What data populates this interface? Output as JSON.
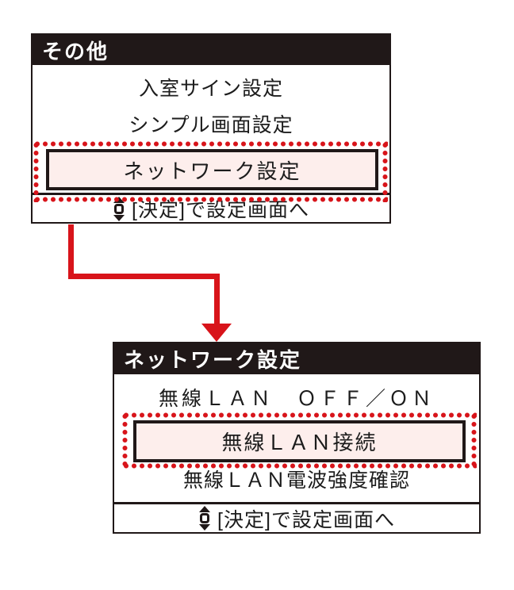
{
  "colors": {
    "accent_red": "#d8141a",
    "lcd_black": "#201818",
    "selected_pink": "#fdeeec",
    "text_black": "#1c1c1c",
    "screen_white": "#ffffff",
    "page_white": "#ffffff"
  },
  "screen1": {
    "title": "その他",
    "items": [
      {
        "label": "入室サイン設定",
        "selected": false
      },
      {
        "label": "シンプル画面設定",
        "selected": false
      },
      {
        "label": "ネットワーク設定",
        "selected": true
      }
    ],
    "footer": {
      "icon": "up-down-selector-icon",
      "hint": "[決定]で設定画面へ"
    }
  },
  "screen2": {
    "title": "ネットワーク設定",
    "items": [
      {
        "label": "無線ＬＡＮ　ＯＦＦ／ＯＮ",
        "selected": false
      },
      {
        "label": "無線ＬＡＮ接続",
        "selected": true
      },
      {
        "label": "無線ＬＡＮ電波強度確認",
        "selected": false
      }
    ],
    "footer": {
      "icon": "up-down-selector-icon",
      "hint": "[決定]で設定画面へ"
    }
  },
  "connector": {
    "type": "arrow",
    "direction": "down",
    "meaning": "selecting highlighted item opens next screen"
  }
}
